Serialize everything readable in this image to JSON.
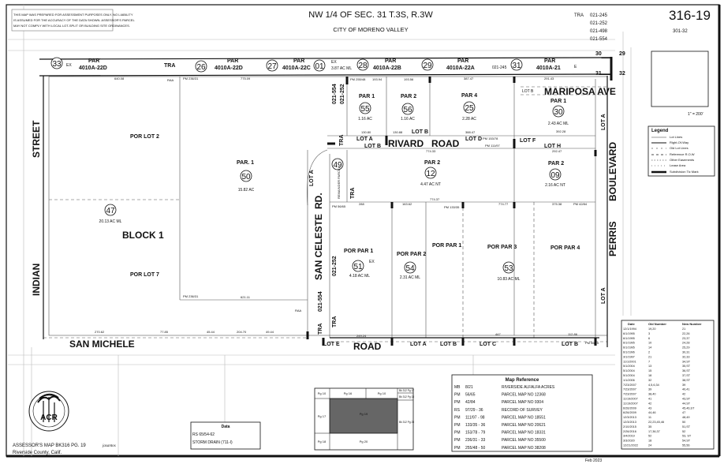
{
  "header": {
    "disclaimer": [
      "THIS MAP WAS PREPARED FOR ASSESSMENT PURPOSES ONLY.  NO LIABILITY",
      "IS ASSUMED FOR THE ACCURACY OF THE DATA SHOWN. ASSESSOR'S PARCEL",
      "MAY NOT COMPLY WITH LOCAL LOT-SPLIT OR BUILDING SITE ORDINANCES."
    ],
    "title": "NW 1/4 OF SEC. 31 T.3S, R.3W",
    "city": "CITY OF MORENO VALLEY",
    "tra_label": "TRA",
    "tra_codes": [
      "021-245",
      "021-252",
      "021-498",
      "021-554"
    ],
    "map_number": "316-19",
    "sub_number": "301-32",
    "scale": "1\" = 200'"
  },
  "section_corners": [
    "30",
    "29",
    "31",
    "32"
  ],
  "top_strip": [
    {
      "num": "33",
      "label1": "PAR",
      "label2": "4010A-22D"
    },
    {
      "num": "26",
      "label1": "PAR",
      "label2": "4010A-22D"
    },
    {
      "num": "27",
      "label1": "PAR",
      "label2": "4010A-22C"
    },
    {
      "num": "01",
      "label1": "3.87 AC ML",
      "label2": ""
    },
    {
      "num": "28",
      "label1": "PAR",
      "label2": "4010A-22B"
    },
    {
      "num": "29",
      "label1": "PAR",
      "label2": "4010A-22A"
    },
    {
      "num": "31",
      "label1": "PAR",
      "label2": "4010A-21"
    }
  ],
  "top_strip_extra": {
    "ex": "EX",
    "tra": "TRA",
    "code": "021-245",
    "e": "E"
  },
  "streets": {
    "indian": "INDIAN",
    "street": "STREET",
    "san_michele": "SAN MICHELE",
    "road": "ROAD",
    "san_celeste": "SAN CELESTE",
    "rd": "RD.",
    "rivard": "RIVARD",
    "rivard_road": "ROAD",
    "mariposa": "MARIPOSA AVE",
    "perris": "PERRIS",
    "boulevard": "BOULEVARD"
  },
  "parcels": [
    {
      "num": "47",
      "label": "BLOCK 1",
      "acreage": "20.13 AC ML",
      "sub1": "POR LOT 2",
      "sub2": "POR LOT 7"
    },
    {
      "num": "50",
      "label": "PAR. 1",
      "acreage": "15.82 AC"
    },
    {
      "num": "49",
      "label": "REMAINDER PARCEL",
      "acreage": ""
    },
    {
      "num": "55",
      "label": "PAR 1",
      "acreage": "1.16 AC"
    },
    {
      "num": "56",
      "label": "PAR 2",
      "acreage": "1.16 AC"
    },
    {
      "num": "25",
      "label": "PAR 4",
      "acreage": "2.28 AC"
    },
    {
      "num": "30",
      "label": "PAR 1",
      "acreage": "2.43 AC ML"
    },
    {
      "num": "12",
      "label": "PAR 2",
      "acreage": "4.47 AC NT"
    },
    {
      "num": "09",
      "label": "PAR 2",
      "acreage": "2.16 AC NT"
    },
    {
      "num": "51",
      "label": "POR PAR 1",
      "acreage": "4.18 AC ML",
      "ex": "EX"
    },
    {
      "num": "54",
      "label": "POR PAR 2",
      "acreage": "2.31 AC ML"
    },
    {
      "num": "53",
      "label": "POR PAR 3",
      "acreage": "10.83 AC ML",
      "sub1": "POR PAR 1",
      "sub2": "POR PAR 4"
    }
  ],
  "lots": {
    "rivard": [
      "LOT A",
      "LOT B",
      "LOT B",
      "LOT D",
      "LOT F",
      "LOT H"
    ],
    "mariposa": "LOT B",
    "perris": [
      "LOT A",
      "LOT A"
    ],
    "celeste": "LOT A",
    "south": [
      "LOT E",
      "LOT A",
      "LOT B",
      "LOT C",
      "LOT B"
    ],
    "tra": "TRA",
    "code_a": "021-554",
    "code_b": "021-252",
    "raa": "RAA"
  },
  "dimensions": {
    "d1": "640.08",
    "d2": "775.09",
    "d3": "193.94",
    "d4": "193.56",
    "d5": "387.47",
    "d6": "291.43",
    "d7": "130.80",
    "d8": "130.88",
    "d9": "388.47",
    "d10": "392.28",
    "d11": "774.33",
    "d12": "292.47",
    "d13": "288",
    "d14": "163.62",
    "d15": "774.37",
    "d16": "774.77",
    "d17": "375.38",
    "d18": "621.11",
    "d19": "270.62",
    "d20": "77.85",
    "d21": "45.44",
    "d22": "204.70",
    "d23": "49.44",
    "d24": "249.24",
    "d25": "447",
    "d26": "112.86",
    "pm1": "PM 236/31",
    "pm2": "PM 255/48",
    "pm3": "PM 153/78",
    "pm4": "PM 111/97",
    "pm5": "PM 56/65",
    "pm6": "PM 133/35",
    "pm7": "PM 42/84",
    "pm8": "PM 236/31",
    "pm9": "PM 56/65"
  },
  "legend": {
    "title": "Legend",
    "items": [
      "Lot Lines",
      "Right-Of-Way",
      "Old Lot Lines",
      "Reference R.O.W",
      "Other Easements",
      "Lease Area",
      "Subdivision Tic Mark"
    ]
  },
  "history_table": {
    "headers": [
      "Date",
      "Old Number",
      "New Number"
    ],
    "rows": [
      [
        "12/1/1994",
        "19,20",
        "21"
      ],
      [
        "6/1/1995",
        "3",
        "22,26"
      ],
      [
        "6/1/1995",
        "6",
        "23,37"
      ],
      [
        "6/1/1995",
        "10",
        "24,28"
      ],
      [
        "6/1/1995",
        "14",
        "25,29"
      ],
      [
        "6/1/1996",
        "2",
        "30,31"
      ],
      [
        "3/1/1997",
        "21",
        "32,33"
      ],
      [
        "11/1/2001",
        "7",
        "34,ST"
      ],
      [
        "5/1/2004",
        "13",
        "35,ST"
      ],
      [
        "5/1/2004",
        "15",
        "36,ST"
      ],
      [
        "5/1/2004",
        "18",
        "37,ST"
      ],
      [
        "1/1/2006",
        "32",
        "38,ST"
      ],
      [
        "7/23/2007",
        "4,5,6,34",
        "39"
      ],
      [
        "7/23/2007",
        "39",
        "40,41"
      ],
      [
        "7/23/2007",
        "38,40",
        "42"
      ],
      [
        "11/19/2007",
        "41",
        "43,ST"
      ],
      [
        "11/19/2007",
        "42",
        "44,ST"
      ],
      [
        "6/26/2009",
        "43",
        "45,46,ST"
      ],
      [
        "6/26/2009",
        "44,46",
        "47"
      ],
      [
        "12/3/2013",
        "11",
        "48,49"
      ],
      [
        "12/3/2013",
        "22,23,45,46",
        "50"
      ],
      [
        "2/10/2015",
        "35",
        "51,ST"
      ],
      [
        "2/26/2016",
        "17,36,37",
        "52"
      ],
      [
        "3/4/2019",
        "52",
        "53, ST"
      ],
      [
        "3/3/2020",
        "18",
        "54,ST"
      ],
      [
        "12/21/2022",
        "24",
        "55,56"
      ]
    ]
  },
  "map_reference": {
    "title": "Map Reference",
    "rows": [
      [
        "MB",
        "8/21",
        "RIVERSIDE ALFALFA ACRES"
      ],
      [
        "PM",
        "56/65",
        "PARCEL MAP NO 12368"
      ],
      [
        "PM",
        "42/84",
        "PARCEL MAP NO 9304"
      ],
      [
        "RS",
        "97/29 - 36",
        "RECORD OF SURVEY"
      ],
      [
        "PM",
        "111/97 - 98",
        "PARCEL MAP NO 18551"
      ],
      [
        "PM",
        "133/35 - 36",
        "PARCEL MAP NO 20621"
      ],
      [
        "PM",
        "153/78 - 79",
        "PARCEL MAP NO 18331"
      ],
      [
        "PM",
        "236/31 - 33",
        "PARCEL MAP NO 35500"
      ],
      [
        "PM",
        "255/48 - 50",
        "PARCEL MAP NO 38208"
      ]
    ]
  },
  "page_index": {
    "cells": [
      "Pg 10",
      "Pg 16",
      "Pg 10",
      "Bk 312 Pg 17",
      "Bk 312 Pg 13",
      "Pg 17",
      "Pg 19",
      "Bk 312 Pg 25",
      "Pg 18",
      "Pg 20"
    ],
    "current_fill": "#666666"
  },
  "data_box": {
    "title": "Data",
    "lines": [
      "RS 65/54-62",
      "STORM DRAIN (711-I)"
    ]
  },
  "footer": {
    "map_ref": "ASSESSOR'S MAP BK316 PG. 19",
    "county": "Riverside County, Calif.",
    "drafter": "jasantos",
    "date": "Feb 2023",
    "logo_text": "ACR"
  }
}
